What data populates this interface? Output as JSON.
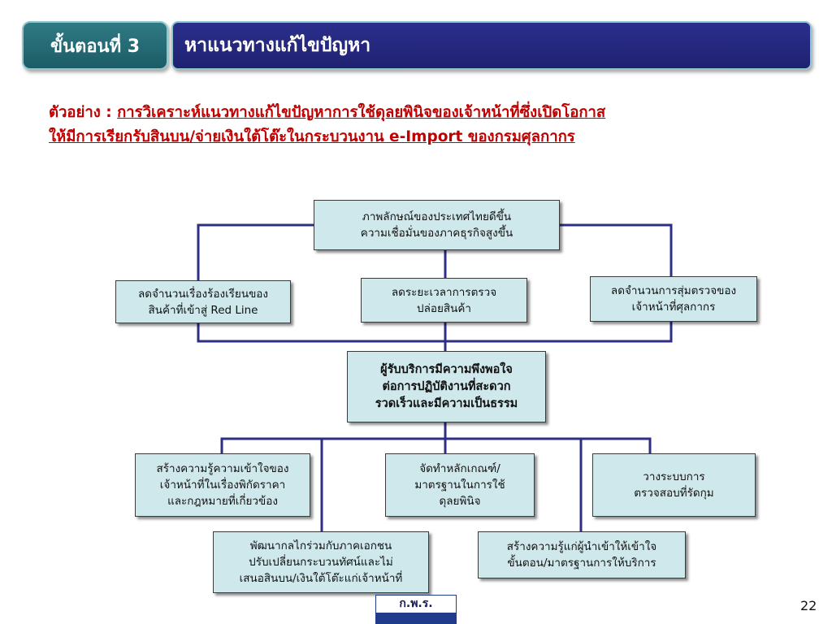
{
  "header": {
    "step_label": "ขั้นตอนที่ 3",
    "title": "หาแนวทางแก้ไขปัญหา"
  },
  "example": {
    "prefix": "ตัวอย่าง : ",
    "line1": "การวิเคราะห์แนวทางแก้ไขปัญหาการใช้ดุลยพินิจของเจ้าหน้าที่ซึ่งเปิดโอกาส",
    "line2": "ให้มีการเรียกรับสินบน/จ่ายเงินใต้โต๊ะในกระบวนงาน e-Import ของกรมศุลกากร"
  },
  "diagram": {
    "top": [
      "ภาพลักษณ์ของประเทศไทยดีขึ้น",
      "ความเชื่อมั่นของภาคธุรกิจสูงขึ้น"
    ],
    "mid_left": [
      "ลดจำนวนเรื่องร้องเรียนของ",
      "สินค้าที่เข้าสู่ Red Line"
    ],
    "mid_center": [
      "ลดระยะเวลาการตรวจ",
      "ปล่อยสินค้า"
    ],
    "mid_right": [
      "ลดจำนวนการสุ่มตรวจของ",
      "เจ้าหน้าที่ศุลกากร"
    ],
    "center": [
      "ผู้รับบริการมีความพึงพอใจ",
      "ต่อการปฏิบัติงานที่สะดวก",
      "รวดเร็วและมีความเป็นธรรม"
    ],
    "low_left": [
      "สร้างความรู้ความเข้าใจของ",
      "เจ้าหน้าที่ในเรื่องพิกัดราคา",
      "และกฎหมายที่เกี่ยวข้อง"
    ],
    "low_center": [
      "จัดทำหลักเกณฑ์/",
      "มาตรฐานในการใช้",
      "ดุลยพินิจ"
    ],
    "low_right": [
      "วางระบบการ",
      "ตรวจสอบที่รัดกุม"
    ],
    "bottom_left": [
      "พัฒนากลไกร่วมกับภาคเอกชน",
      "ปรับเปลี่ยนกระบวนทัศน์และไม่",
      "เสนอสินบน/เงินใต้โต๊ะแก่เจ้าหน้าที่"
    ],
    "bottom_right": [
      "สร้างความรู้แก่ผู้นำเข้าให้เข้าใจ",
      "ขั้นตอน/มาตรฐานการให้บริการ"
    ]
  },
  "footer": {
    "logo_text": "ก.พ.ร.",
    "page_number": "22"
  },
  "colors": {
    "box_fill": "#cfe8ec",
    "connector": "#2d2f86",
    "example_text": "#c00000",
    "title_bar": "#23257a",
    "step_tab": "#236b75"
  }
}
